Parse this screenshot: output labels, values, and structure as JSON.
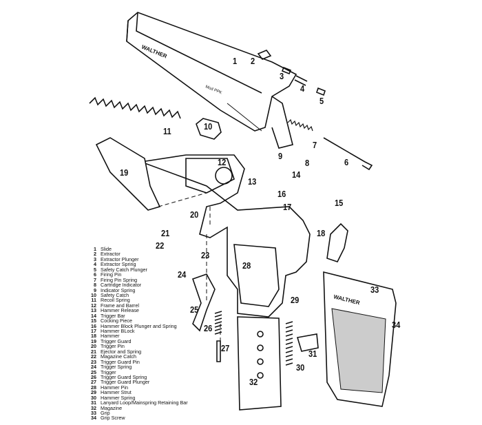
{
  "figure": {
    "slide_marking": "WALTHER",
    "slide_model": "Mod PPK",
    "grip_marking": "WALTHER"
  },
  "callouts": [
    "1",
    "2",
    "3",
    "4",
    "5",
    "6",
    "7",
    "8",
    "9",
    "10",
    "11",
    "12",
    "13",
    "14",
    "15",
    "16",
    "17",
    "18",
    "19",
    "20",
    "21",
    "22",
    "23",
    "24",
    "25",
    "26",
    "27",
    "28",
    "29",
    "30",
    "31",
    "32",
    "33",
    "34"
  ],
  "parts_list": [
    {
      "num": "1",
      "name": "Slide"
    },
    {
      "num": "2",
      "name": "Extractor"
    },
    {
      "num": "3",
      "name": "Extractor Plunger"
    },
    {
      "num": "4",
      "name": "Extractor Spring"
    },
    {
      "num": "5",
      "name": "Safety Catch Plunger"
    },
    {
      "num": "6",
      "name": "Firing Pin"
    },
    {
      "num": "7",
      "name": "Firing Pin Spring"
    },
    {
      "num": "8",
      "name": "Cartridge Indicator"
    },
    {
      "num": "9",
      "name": "Indicator Spring"
    },
    {
      "num": "10",
      "name": "Safety Catch"
    },
    {
      "num": "11",
      "name": "Recoil Spring"
    },
    {
      "num": "12",
      "name": "Frame and Barrel"
    },
    {
      "num": "13",
      "name": "Hammer Release"
    },
    {
      "num": "14",
      "name": "Trigger Bar"
    },
    {
      "num": "15",
      "name": "Cocking Piece"
    },
    {
      "num": "16",
      "name": "Hammer Block Plunger and Spring"
    },
    {
      "num": "17",
      "name": "Hammer BLock"
    },
    {
      "num": "18",
      "name": "Hammer"
    },
    {
      "num": "19",
      "name": "Trigger Guard"
    },
    {
      "num": "20",
      "name": "Trigger Pin"
    },
    {
      "num": "21",
      "name": "Ejector and Spring"
    },
    {
      "num": "22",
      "name": "Magazine Catch"
    },
    {
      "num": "23",
      "name": "Trigger Guard Pin"
    },
    {
      "num": "24",
      "name": "Trigger Spring"
    },
    {
      "num": "25",
      "name": "Trigger"
    },
    {
      "num": "26",
      "name": "Trigger Guard Spring"
    },
    {
      "num": "27",
      "name": "Trigger Guard Plunger"
    },
    {
      "num": "28",
      "name": "Hammer Pin"
    },
    {
      "num": "29",
      "name": "Hammer Strut"
    },
    {
      "num": "30",
      "name": "Hammer Spring"
    },
    {
      "num": "31",
      "name": "Lanyard Loop/Mainspring Retaining Bar"
    },
    {
      "num": "32",
      "name": "Magazine"
    },
    {
      "num": "33",
      "name": "Grip"
    },
    {
      "num": "34",
      "name": "Grip Screw"
    }
  ]
}
